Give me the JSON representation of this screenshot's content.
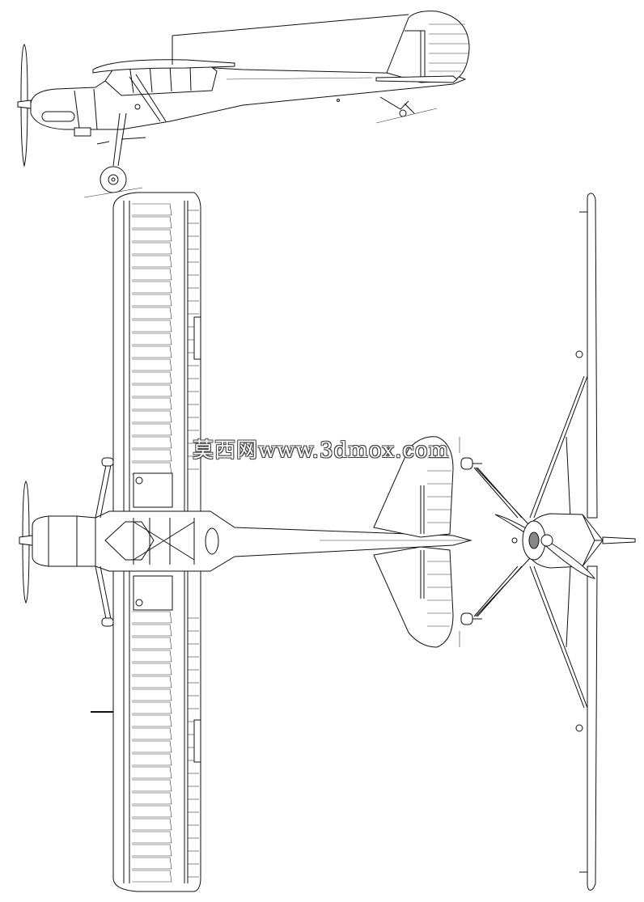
{
  "watermark": {
    "text": "莫西网www.3dmox.com"
  },
  "views": [
    "side-view",
    "top-view",
    "front-view"
  ],
  "line_color": "#111111",
  "background": "#ffffff"
}
